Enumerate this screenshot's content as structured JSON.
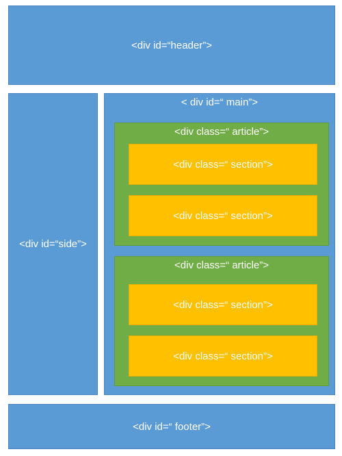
{
  "header": {
    "label": "<div id=“header”>"
  },
  "side": {
    "label": "<div id=“side”>"
  },
  "main": {
    "label": "< div id=“ main”>"
  },
  "articles": [
    {
      "label": "<div class=“ article”>",
      "sections": [
        {
          "label": "<div class=“ section”>"
        },
        {
          "label": "<div class=“ section”>"
        }
      ]
    },
    {
      "label": "<div class=“ article”>",
      "sections": [
        {
          "label": "<div class=“ section”>"
        },
        {
          "label": "<div class=“ section”>"
        }
      ]
    }
  ],
  "footer": {
    "label": "<div id=“ footer”>"
  },
  "colors": {
    "container_blue": "#5b9bd5",
    "article_green": "#70ad47",
    "section_yellow": "#ffc000",
    "text": "#ffffff"
  }
}
